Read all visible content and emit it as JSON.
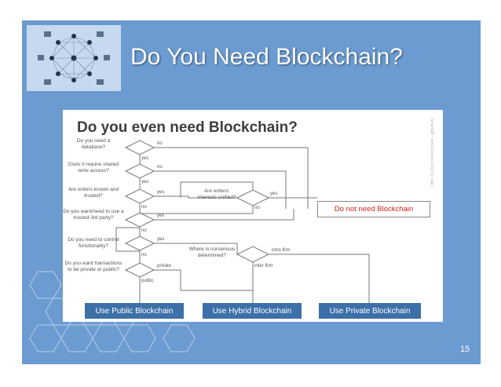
{
  "slide": {
    "title": "Do You Need Blockchain?",
    "page_number": "15"
  },
  "chart": {
    "title": "Do you even need Blockchain?",
    "questions": [
      "Do you need a database?",
      "Does it require shared write access?",
      "Are writers known and trusted?",
      "Do you want/need to use a trusted 3rd party?",
      "Do you need to control functionality?",
      "Do you want transactions to be private or public?"
    ],
    "writers_question": "Are writers' interests unified?",
    "consensus_question": "Where is consensus determined?",
    "edges": {
      "yes": "yes",
      "no": "no",
      "private": "private",
      "public": "public",
      "intra_firm": "intra firm",
      "inter_firm": "inter firm"
    },
    "outcomes": {
      "no_blockchain": "Do not need Blockchain",
      "public": "Use Public Blockchain",
      "hybrid": "Use Hybrid Blockchain",
      "private": "Use Private Blockchain"
    },
    "watermark": "©Ben Suchon Development - gitbuttons"
  },
  "colors": {
    "slide_bg": "#6b9bd1",
    "outcome_bg": "#3d6fa8",
    "no_blockchain_text": "#cc2222"
  }
}
